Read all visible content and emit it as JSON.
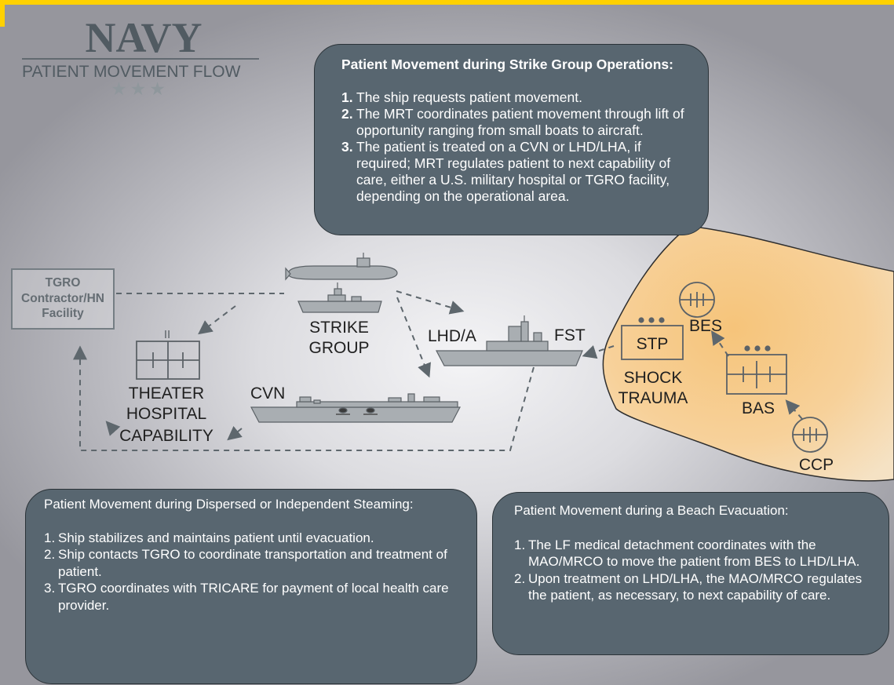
{
  "header": {
    "navy_title": "NAVY",
    "subtitle": "PATIENT MOVEMENT FLOW",
    "stars": "★★★"
  },
  "nodes": {
    "tgro_lines": [
      "TGRO",
      "Contractor/HN",
      "Facility"
    ],
    "strike_group_lines": [
      "STRIKE",
      "GROUP"
    ],
    "lhda": "LHD/A",
    "fst": "FST",
    "theater_hospital_lines": [
      "THEATER",
      "HOSPITAL",
      "CAPABILITY"
    ],
    "hospital_symbol": "II",
    "cvn": "CVN",
    "stp": "STP",
    "shock_trauma_lines": [
      "SHOCK",
      "TRAUMA"
    ],
    "bes": "BES",
    "bas": "BAS",
    "ccp": "CCP"
  },
  "strike_group_box": {
    "title": "Patient Movement during Strike Group Operations:",
    "items": [
      {
        "num": "1.",
        "text": "The ship requests patient movement."
      },
      {
        "num": "2.",
        "text": "The MRT coordinates patient movement through lift of opportunity ranging from small boats to aircraft."
      },
      {
        "num": "3.",
        "text": "The patient is treated on a CVN or LHD/LHA, if required; MRT regulates patient to next capability of care, either a U.S. military hospital or TGRO facility, depending on the operational area."
      }
    ]
  },
  "dispersed_box": {
    "title": "Patient Movement during Dispersed or Independent Steaming:",
    "items": [
      {
        "num": "1.",
        "text": "Ship stabilizes and maintains patient until evacuation."
      },
      {
        "num": "2.",
        "text": "Ship contacts TGRO to coordinate transportation and treatment of patient."
      },
      {
        "num": "3.",
        "text": "TGRO coordinates with TRICARE for payment of local health care provider."
      }
    ]
  },
  "beach_box": {
    "title": "Patient Movement during a Beach Evacuation:",
    "items": [
      {
        "num": "1.",
        "text": "The LF medical detachment coordinates with the MAO/MRCO to move the patient from BES to LHD/LHA."
      },
      {
        "num": "2.",
        "text": "Upon treatment on LHD/LHA, the MAO/MRCO regulates the patient, as necessary, to next capability of care."
      }
    ]
  },
  "colors": {
    "box_fill": "#586670",
    "beach_zone": "#f4c27c",
    "banner": "#ffd100",
    "arrow": "#5e676d",
    "ship": "#a9aeb2"
  }
}
